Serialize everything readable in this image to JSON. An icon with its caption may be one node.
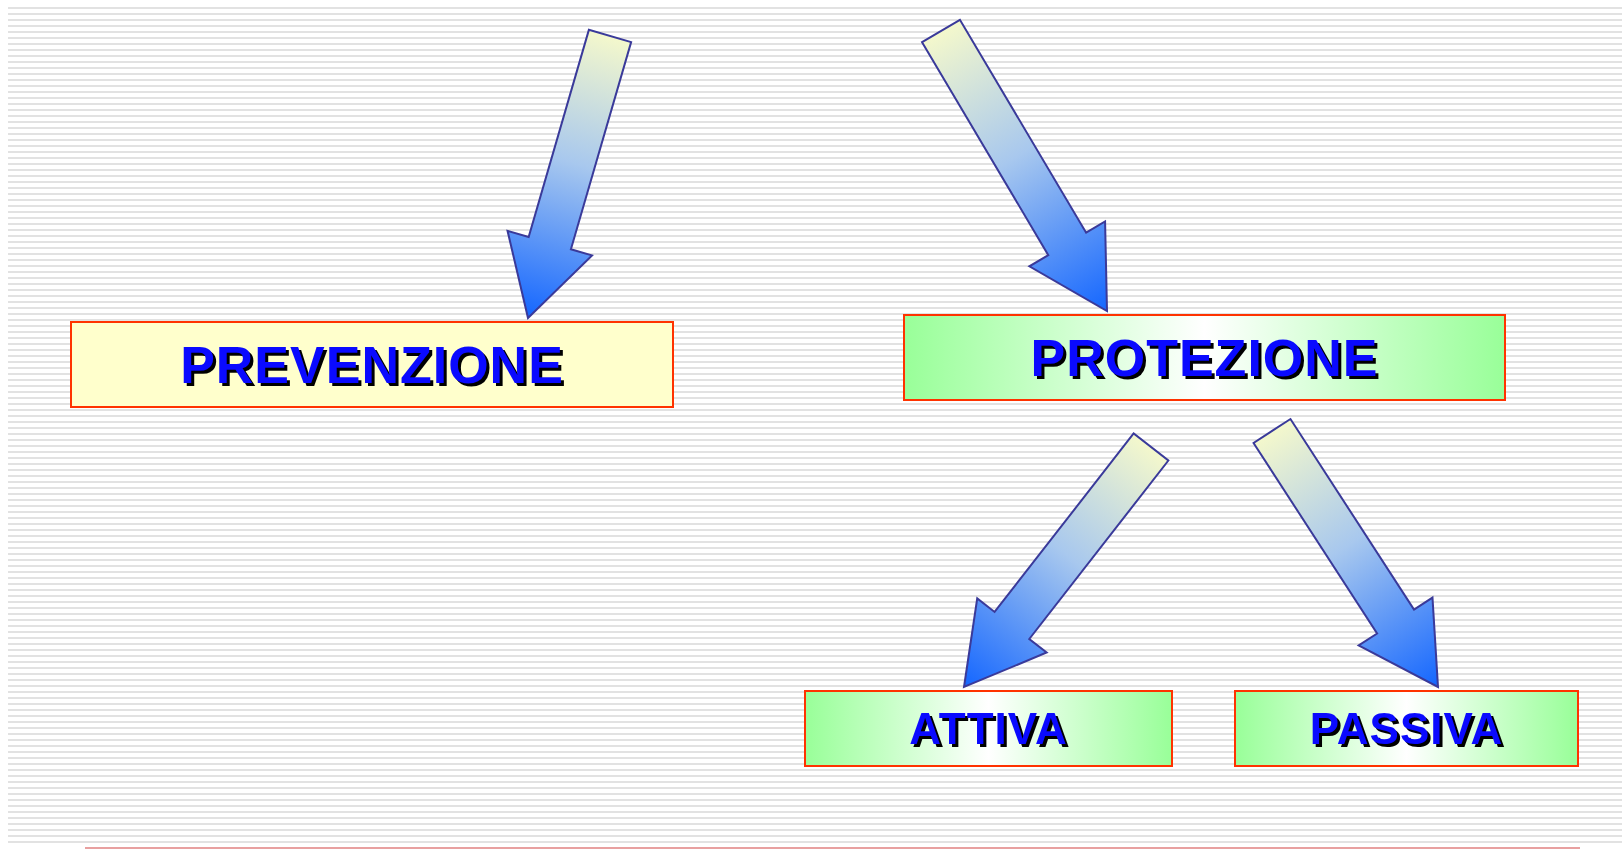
{
  "diagram": {
    "nodes": [
      {
        "text": [
          "PREVENZIONE"
        ]
      },
      {
        "text": [
          "PROTEZIONE"
        ]
      },
      {
        "text": [
          "ATTIVA"
        ]
      },
      {
        "text": [
          "PASSIVA"
        ]
      }
    ],
    "edges": [
      {
        "from": null,
        "to": 0,
        "arrow": "to"
      },
      {
        "from": null,
        "to": 1,
        "arrow": "to"
      },
      {
        "from": 1,
        "to": 2,
        "arrow": "to"
      },
      {
        "from": 1,
        "to": 3,
        "arrow": "to"
      }
    ]
  }
}
